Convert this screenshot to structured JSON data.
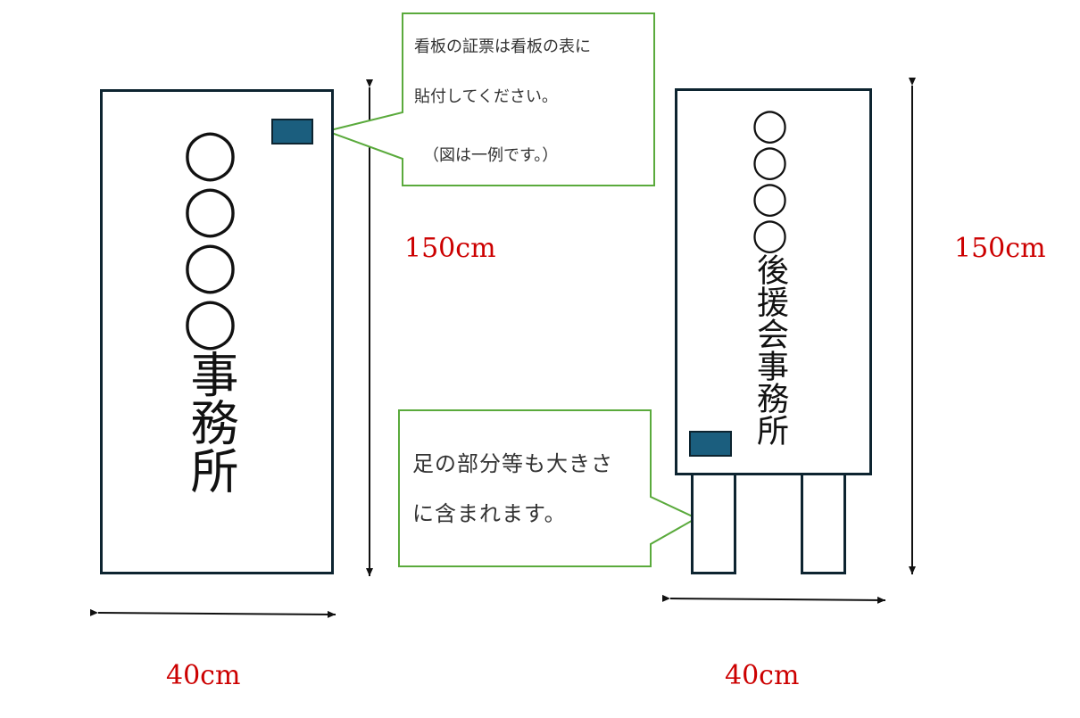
{
  "signs": {
    "office": {
      "text": "◯◯◯◯事務所"
    },
    "supporters": {
      "text": "◯◯◯◯後援会事務所"
    }
  },
  "dimensions": {
    "height_left": "150cm",
    "height_right": "150cm",
    "width_left": "40cm",
    "width_right": "40cm"
  },
  "callouts": {
    "certificate": {
      "line1": "看板の証票は看板の表に",
      "line2": "貼付してください。",
      "line3": "（図は一例です。）"
    },
    "legs": {
      "line1": "足の部分等も大きさ",
      "line2": "に含まれます。"
    }
  },
  "colors": {
    "board_border": "#0d2430",
    "stamp": "#1b5e7e",
    "callout_border": "#5aaa3c",
    "dimension_text": "#cc0000"
  }
}
